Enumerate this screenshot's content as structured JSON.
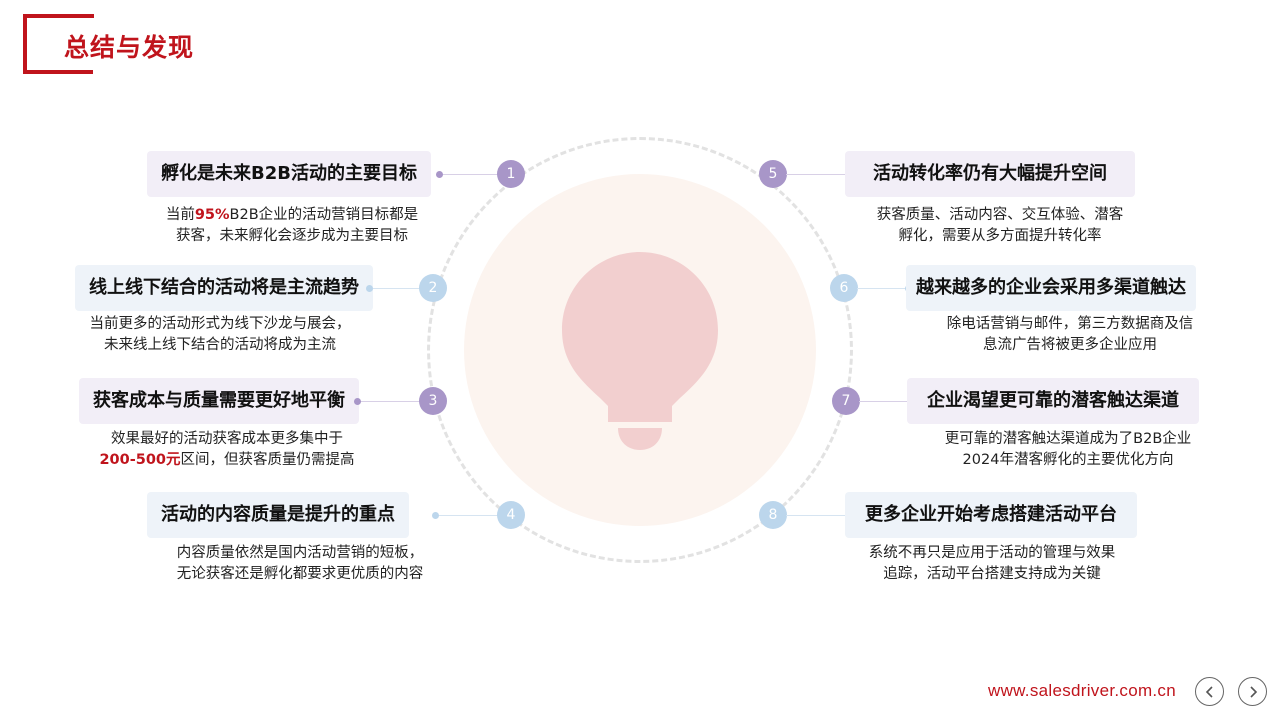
{
  "header": {
    "title": "总结与发现"
  },
  "left_items": [
    {
      "num": "1",
      "title": "孵化是未来B2B活动的主要目标",
      "desc1_pre": "当前",
      "desc1_hl": "95%",
      "desc1_post": "B2B企业的活动营销目标都是",
      "desc2": "获客，未来孵化会逐步成为主要目标"
    },
    {
      "num": "2",
      "title": "线上线下结合的活动将是主流趋势",
      "desc1": "当前更多的活动形式为线下沙龙与展会，",
      "desc2": "未来线上线下结合的活动将成为主流"
    },
    {
      "num": "3",
      "title": "获客成本与质量需要更好地平衡",
      "desc1": "效果最好的活动获客成本更多集中于",
      "desc2_hl": "200-500元",
      "desc2_post": "区间，但获客质量仍需提高"
    },
    {
      "num": "4",
      "title": "活动的内容质量是提升的重点",
      "desc1": "内容质量依然是国内活动营销的短板，",
      "desc2": "无论获客还是孵化都要求更优质的内容"
    }
  ],
  "right_items": [
    {
      "num": "5",
      "title": "活动转化率仍有大幅提升空间",
      "desc1": "获客质量、活动内容、交互体验、潜客",
      "desc2": "孵化，需要从多方面提升转化率"
    },
    {
      "num": "6",
      "title": "越来越多的企业会采用多渠道触达",
      "desc1": "除电话营销与邮件，第三方数据商及信",
      "desc2": "息流广告将被更多企业应用"
    },
    {
      "num": "7",
      "title": "企业渴望更可靠的潜客触达渠道",
      "desc1": "更可靠的潜客触达渠道成为了B2B企业",
      "desc2": "2024年潜客孵化的主要优化方向"
    },
    {
      "num": "8",
      "title": "更多企业开始考虑搭建活动平台",
      "desc1": "系统不再只是应用于活动的管理与效果",
      "desc2": "追踪，活动平台搭建支持成为关键"
    }
  ],
  "footer": {
    "url": "www.salesdriver.com.cn"
  },
  "colors": {
    "accent": "#c0141c",
    "purple": "#a896c8",
    "blue": "#bcd6ec",
    "bulb": "#f2cfcf"
  },
  "icons": {
    "prev": "chevron-left-icon",
    "next": "chevron-right-icon",
    "center": "lightbulb-icon"
  }
}
